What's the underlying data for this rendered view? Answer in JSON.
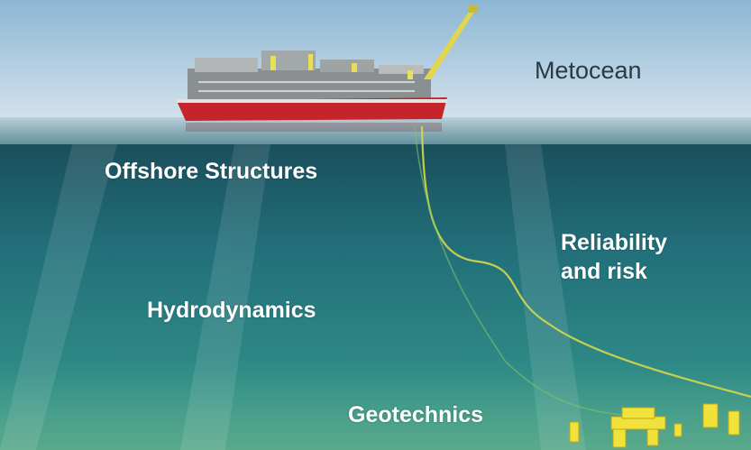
{
  "labels": {
    "metocean": "Metocean",
    "offshore_structures": "Offshore Structures",
    "reliability_and_risk": "Reliability\nand risk",
    "hydrodynamics": "Hydrodynamics",
    "geotechnics": "Geotechnics"
  },
  "colors": {
    "sky_top": "#8fb8d6",
    "sky_bottom": "#cfe0ea",
    "water_top": "#1d5a66",
    "water_bottom": "#3f9a8a",
    "hull": "#c6242b",
    "riser": "#d6d84a",
    "subsea_equipment": "#f0e23a",
    "text_light": "#ffffff",
    "text_dark": "#2a3a44"
  }
}
